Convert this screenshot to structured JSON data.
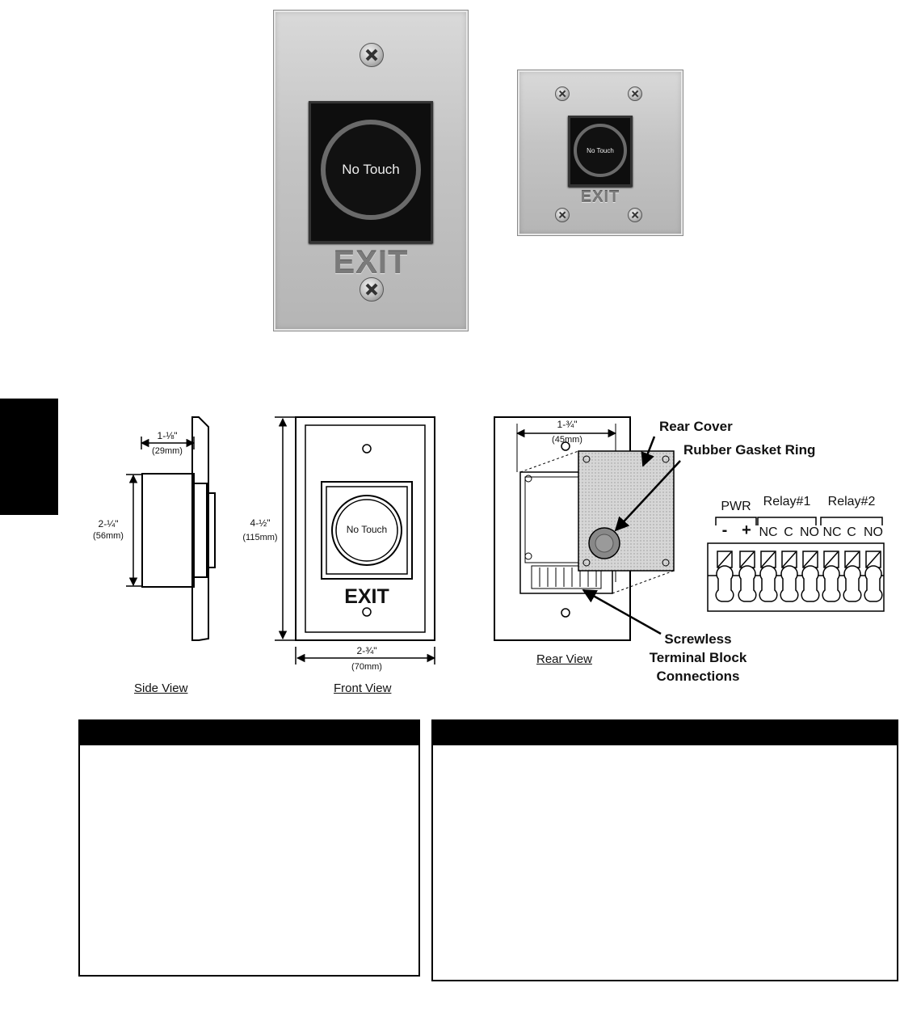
{
  "photos": {
    "large_ring_text": "No Touch",
    "large_exit_text": "EXIT",
    "small_ring_text": "No Touch",
    "small_exit_text": "EXIT"
  },
  "diagram": {
    "side": {
      "width_label": "1-⅛\"",
      "width_mm": "(29mm)",
      "height_label": "2-¼\"",
      "height_mm": "(56mm)",
      "caption": "Side View"
    },
    "front": {
      "height_label": "4-½\"",
      "height_mm": "(115mm)",
      "ring_text": "No Touch",
      "exit_text": "EXIT",
      "width_label": "2-¾\"",
      "width_mm": "(70mm)",
      "caption": "Front View"
    },
    "rear": {
      "width_label": "1-¾\"",
      "width_mm": "(45mm)",
      "caption": "Rear View",
      "rear_cover_label": "Rear Cover",
      "gasket_label": "Rubber Gasket Ring",
      "terminal_label_lines": [
        "Screwless",
        "Terminal Block",
        "Connections"
      ]
    },
    "terminal": {
      "groups": [
        "PWR",
        "Relay#1",
        "Relay#2"
      ],
      "pins": [
        "-",
        "+",
        "NC",
        "C",
        "NO",
        "NC",
        "C",
        "NO"
      ]
    }
  },
  "colors": {
    "plate": "#c4c4c4",
    "bezel": "#0e0e0e",
    "rear_cover_fill": "#cfcfcf",
    "gasket": "#888888"
  }
}
